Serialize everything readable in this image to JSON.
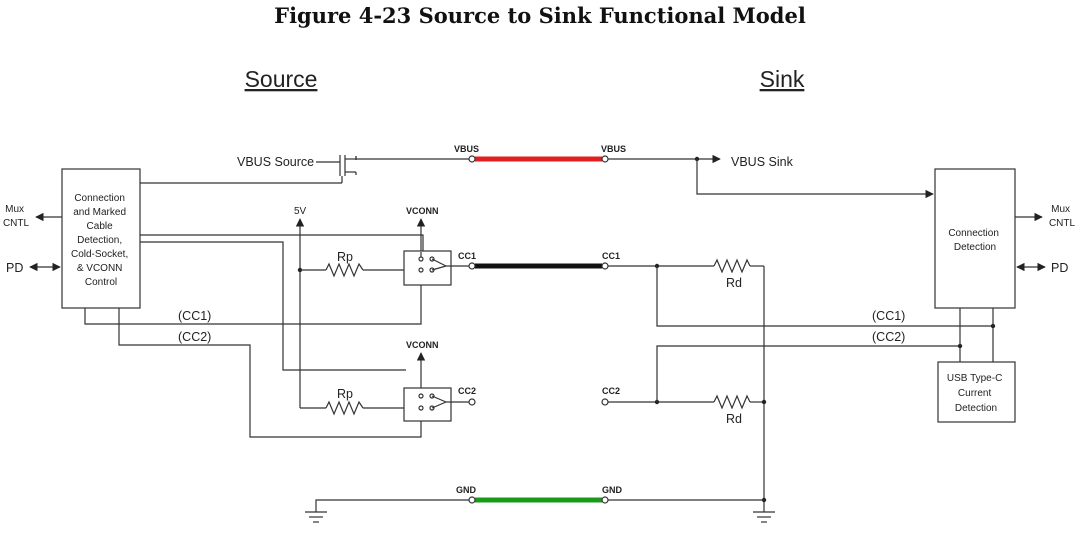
{
  "title": "Figure 4-23  Source to Sink Functional Model",
  "headings": {
    "source": "Source",
    "sink": "Sink"
  },
  "source_block": [
    "Connection",
    "and Marked",
    "Cable",
    "Detection,",
    "Cold-Socket,",
    "& VCONN",
    "Control"
  ],
  "sink_block": [
    "Connection",
    "Detection"
  ],
  "current_block": [
    "USB Type-C",
    "Current",
    "Detection"
  ],
  "labels": {
    "vbus_source": "VBUS Source",
    "vbus_sink": "VBUS Sink",
    "mux_left": [
      "Mux",
      "CNTL"
    ],
    "mux_right": [
      "Mux",
      "CNTL"
    ],
    "pd_left": "PD",
    "pd_right": "PD",
    "five_v": "5V",
    "vconn_top": "VCONN",
    "vconn_bottom": "VCONN",
    "rp_top": "Rp",
    "rp_bottom": "Rp",
    "rd_top": "Rd",
    "rd_bottom": "Rd",
    "cc1_left_bus": "(CC1)",
    "cc2_left_bus": "(CC2)",
    "cc1_right_bus": "(CC1)",
    "cc2_right_bus": "(CC2)"
  },
  "pins": {
    "vbus_left": "VBUS",
    "vbus_right": "VBUS",
    "cc1_left": "CC1",
    "cc1_right": "CC1",
    "cc2_left": "CC2",
    "cc2_right": "CC2",
    "gnd_left": "GND",
    "gnd_right": "GND"
  },
  "colors": {
    "vbus_wire": "#e02020",
    "cc_wire": "#111111",
    "gnd_wire": "#1a9a1a"
  }
}
